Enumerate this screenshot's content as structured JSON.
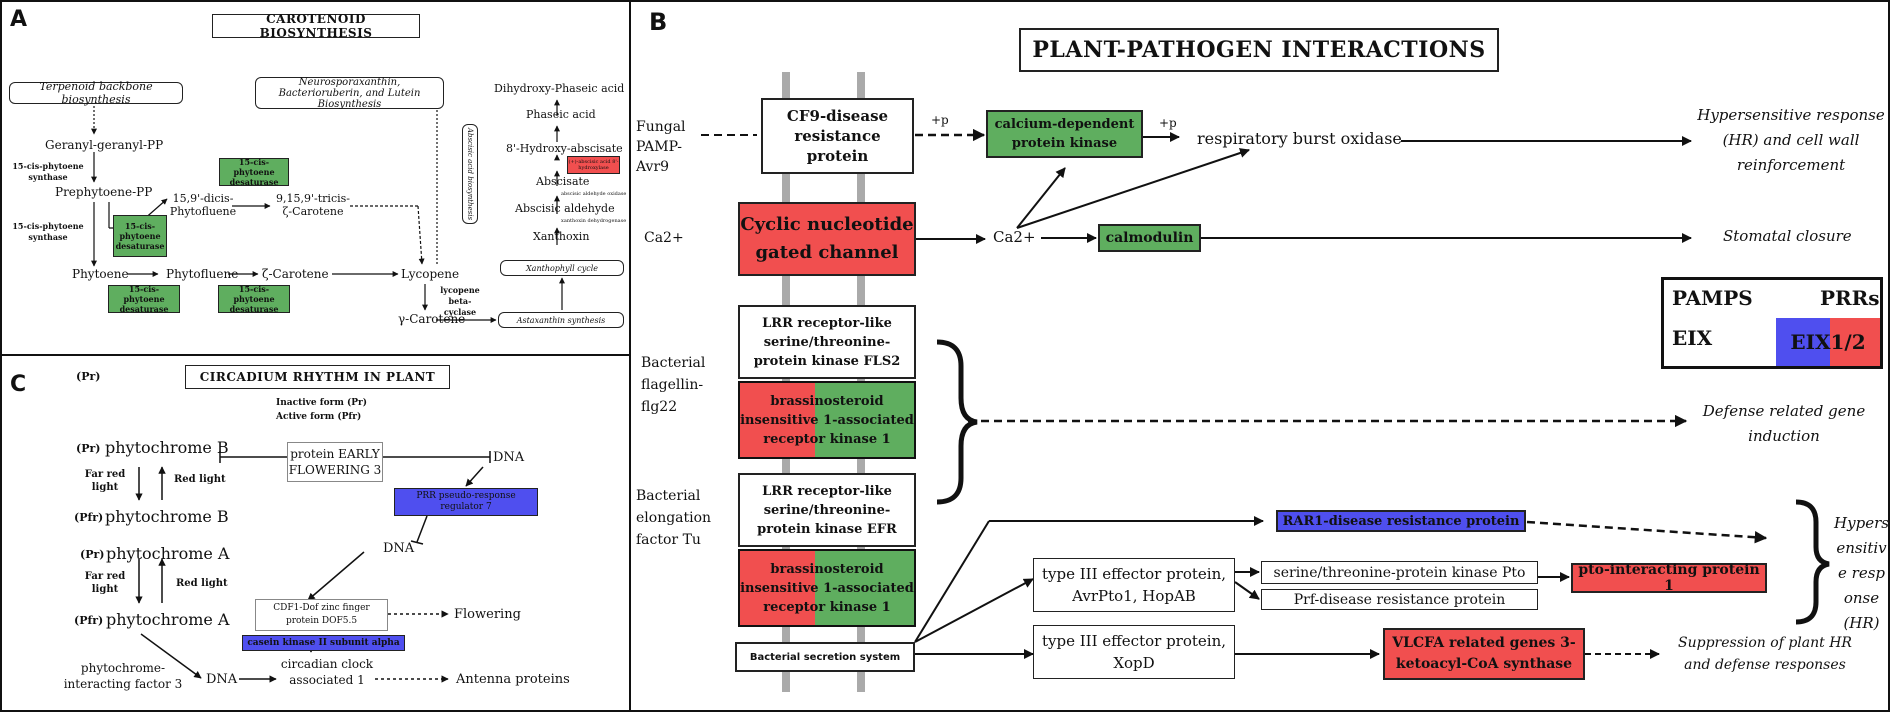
{
  "panel_a": {
    "letter": "A",
    "title": "CAROTENOID BIOSYNTHESIS",
    "terpenoid": "Terpenoid backbone biosynthesis",
    "neuro": "Neurosporaxanthin, Bacterioruberin, and Lutein Biosynthesis",
    "ggpp": "Geranyl-geranyl-PP",
    "synthase1": "15-cis-phytoene synthase",
    "prephytoene": "Prephytoene-PP",
    "synthase2": "15-cis-phytoene synthase",
    "phytoene": "Phytoene",
    "phytofluene": "Phytofluene",
    "zeta": "ζ-Carotene",
    "lycopene": "Lycopene",
    "dicis": "15,9'-dicis-Phytofluene",
    "tricis": "9,15,9'-tricis-ζ-Carotene",
    "des1": "15-cis-phytoene desaturase",
    "des2": "15-cis-phytoene desaturase",
    "des3": "15-cis-phytoene desaturase",
    "des4": "15-cis-phytoene desaturase",
    "beta_cyclase": "lycopene beta-cyclase",
    "gamma": "γ-Carotene",
    "astax": "Astaxanthin synthesis",
    "xanthcycle": "Xanthophyll cycle",
    "xanthoxin": "Xanthoxin",
    "xanth_dehyd": "xanthoxin dehydrogenase",
    "abs_ald": "Abscisic aldehyde",
    "abs_ald_ox": "abscisic aldehyde oxidase",
    "abscisate": "Abscisate",
    "hydroxylase": "(+)-abscisic acid 8'-hydroxylase",
    "hydroxy_abs": "8'-Hydroxy-abscisate",
    "phaseic": "Phaseic acid",
    "dihydroxy": "Dihydroxy-Phaseic acid",
    "aba_bio": "Abscisic acid biosynthesis"
  },
  "panel_b": {
    "letter": "B",
    "title": "PLANT-PATHOGEN INTERACTIONS",
    "fungal": "Fungal PAMP-Avr9",
    "ca_left": "Ca2+",
    "bact_flag": "Bacterial flagellin-flg22",
    "bact_elong": "Bacterial elongation factor Tu",
    "cf9": "CF9-disease resistance protein",
    "cng": "Cyclic nucleotide gated channel",
    "fls2": "LRR receptor-like serine/threonine-protein kinase FLS2",
    "efr": "LRR receptor-like serine/threonine-protein kinase EFR",
    "bri1_a": "brassinosteroid insensitive 1-associated receptor kinase 1",
    "bri1_b": "brassinosteroid insensitive 1-associated receptor kinase 1",
    "secretion": "Bacterial secretion system",
    "plus_p1": "+p",
    "plus_p2": "+p",
    "cdpk": "calcium-dependent protein kinase",
    "rbo": "respiratory burst oxidase",
    "ca_mid": "Ca2+",
    "calmodulin": "calmodulin",
    "hr": "Hypersensitive response (HR) and cell wall reinforcement",
    "stomatal": "Stomatal closure",
    "legend_pamps": "PAMPS",
    "legend_prrs": "PRRs",
    "legend_eix": "EIX",
    "legend_eix12": "EIX1/2",
    "defense": "Defense related gene induction",
    "rar1": "RAR1-disease resistance protein",
    "t3_avr": "type III effector protein, AvrPto1, HopAB",
    "pto": "serine/threonine-protein kinase Pto",
    "prf": "Prf-disease resistance protein",
    "pto_int": "pto-interacting protein 1",
    "hyper2": "Hypersensitive response (HR)",
    "t3_xop": "type III effector protein, XopD",
    "vlcfa": "VLCFA related genes 3-ketoacyl-CoA synthase",
    "suppress": "Suppression of plant HR and defense responses"
  },
  "panel_c": {
    "letter": "C",
    "title": "CIRCADIUM RHYTHM IN PLANT",
    "inactive": "Inactive form (Pr)",
    "active": "Active form (Pfr)",
    "pr": "(Pr)",
    "pfr": "(Pfr)",
    "pr2": "(Pr)",
    "pfr2": "(Pfr)",
    "phyB1": "phytochrome B",
    "phyB2": "phytochrome B",
    "phyA1": "phytochrome A",
    "phyA2": "phytochrome A",
    "far_red1": "Far red light",
    "red1": "Red light",
    "far_red2": "Far red light",
    "red2": "Red light",
    "early": "protein EARLY FLOWERING 3",
    "dna1": "DNA",
    "prr": "PRR pseudo-response regulator 7",
    "dna2": "DNA",
    "cdf1": "CDF1-Dof zinc finger protein DOF5.5",
    "flowering": "Flowering",
    "ck2": "casein kinase II subunit alpha",
    "pif3": "phytochrome-interacting factor 3",
    "dna3": "DNA",
    "cca1": "circadian clock associated 1",
    "antenna": "Antenna proteins"
  }
}
